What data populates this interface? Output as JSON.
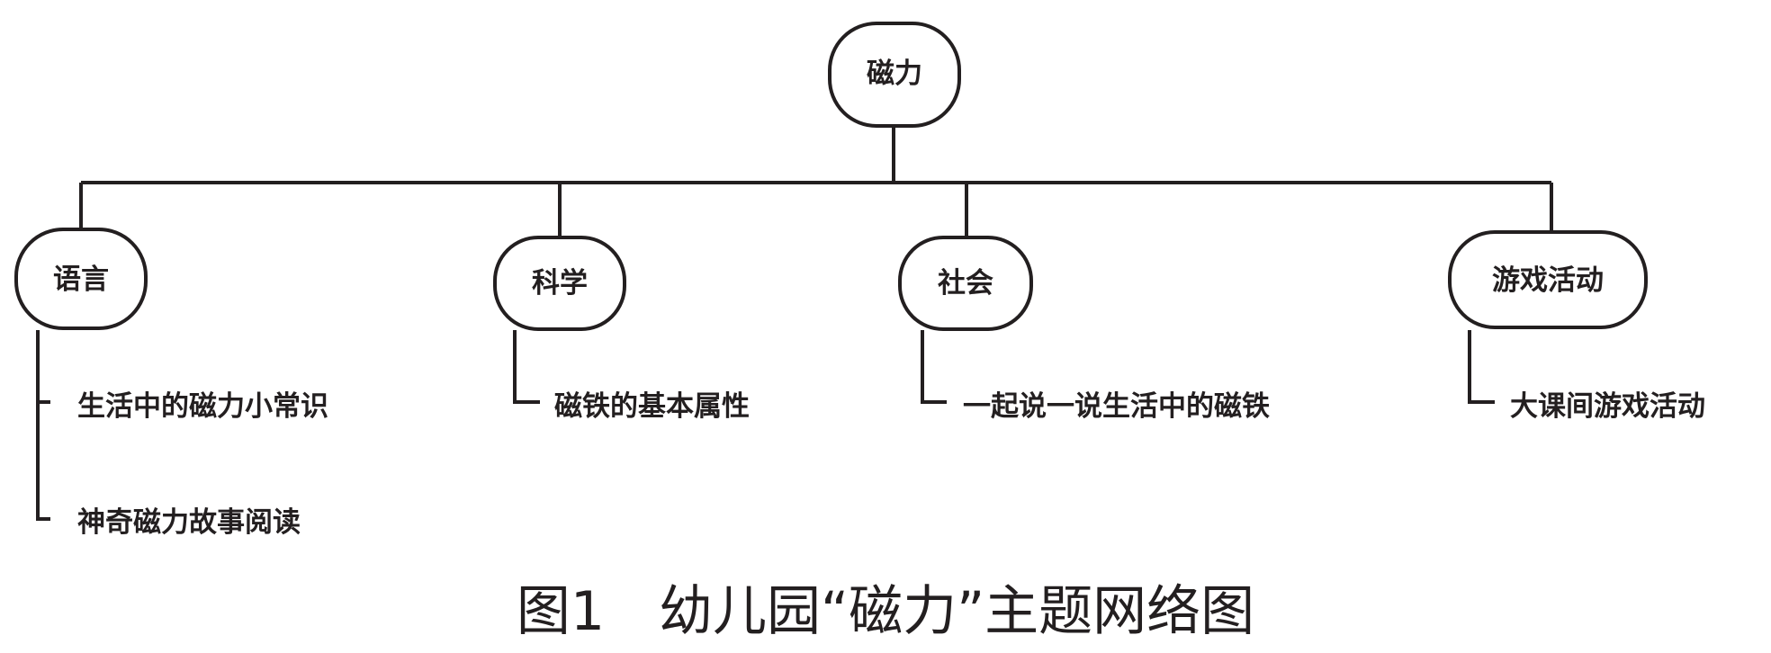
{
  "diagram": {
    "root": "磁力",
    "branches": [
      {
        "label": "语言",
        "items": [
          "生活中的磁力小常识",
          "神奇磁力故事阅读"
        ]
      },
      {
        "label": "科学",
        "items": [
          "磁铁的基本属性"
        ]
      },
      {
        "label": "社会",
        "items": [
          "一起说一说生活中的磁铁"
        ]
      },
      {
        "label": "游戏活动",
        "items": [
          "大课间游戏活动"
        ]
      }
    ],
    "caption": "图1　幼儿园“磁力”主题网络图"
  },
  "colors": {
    "ink": "#231f20",
    "background": "#ffffff"
  }
}
